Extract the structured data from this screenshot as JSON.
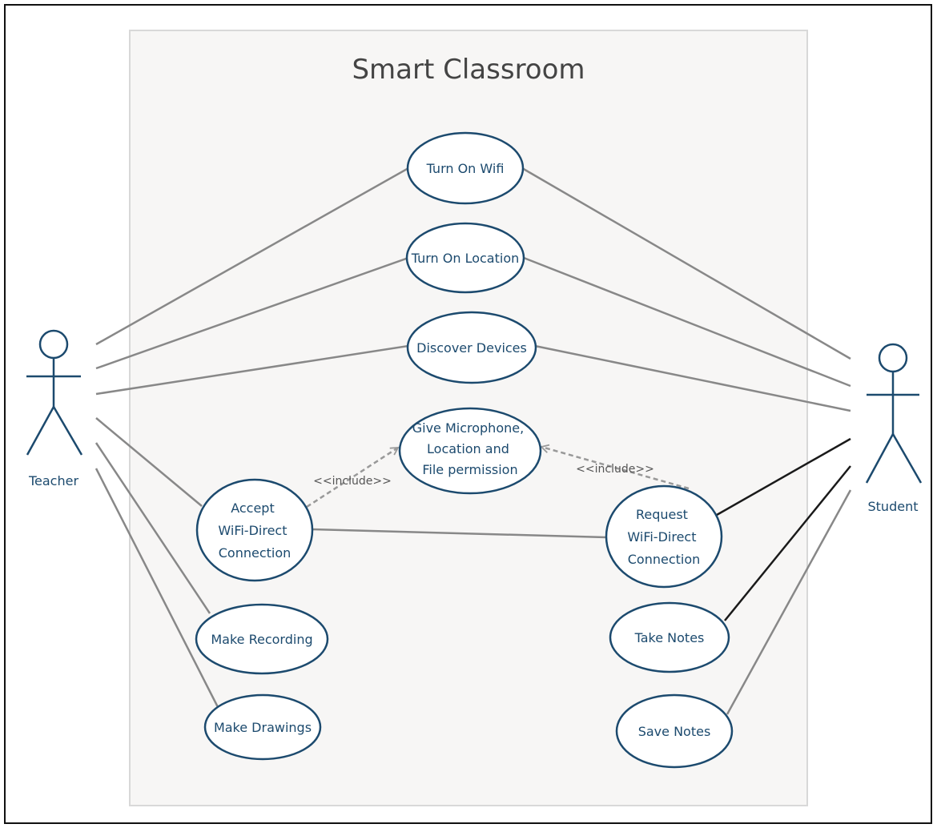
{
  "system": {
    "title": "Smart Classroom"
  },
  "actors": {
    "teacher": "Teacher",
    "student": "Student"
  },
  "use_cases": {
    "turn_on_wifi": [
      "Turn On Wifi"
    ],
    "turn_on_location": [
      "Turn On Location"
    ],
    "discover_devices": [
      "Discover Devices"
    ],
    "give_permission": [
      "Give Microphone,",
      "Location and",
      "File permission"
    ],
    "accept_connection": [
      "Accept",
      "WiFi-Direct",
      "Connection"
    ],
    "request_connection": [
      "Request",
      "WiFi-Direct",
      "Connection"
    ],
    "make_recording": [
      "Make Recording"
    ],
    "make_drawings": [
      "Make Drawings"
    ],
    "take_notes": [
      "Take Notes"
    ],
    "save_notes": [
      "Save Notes"
    ]
  },
  "relations": {
    "include_label": "<<include>>"
  },
  "colors": {
    "ellipse_stroke": "#1c4a6e",
    "text": "#1c4a6e",
    "association": "#888888",
    "association_dark": "#1a1a1a",
    "include": "#999999",
    "system_fill": "#f7f6f5",
    "system_border": "#d8d8d8"
  }
}
